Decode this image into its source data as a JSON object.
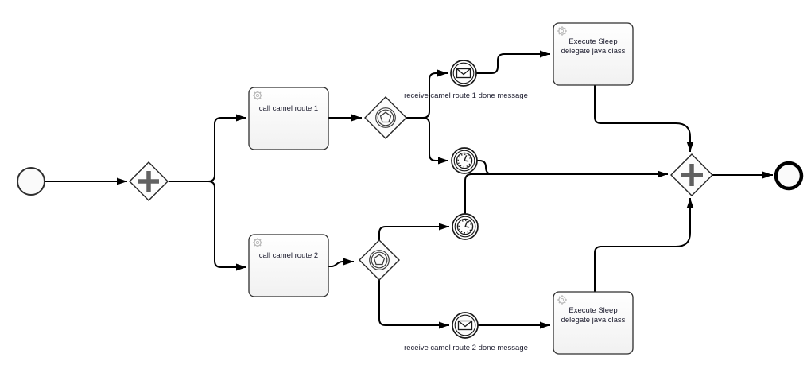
{
  "diagram": {
    "kind": "bpmn-process",
    "background": "#ffffff",
    "colors": {
      "flow_line": "#000000",
      "gateway_marker": "#616161",
      "node_border": "#2e2e2e",
      "node_fill": "#fbfbfb",
      "label_text": "#1c1c2e",
      "gear_icon": "#b8b8b8"
    },
    "nodes": {
      "start_event": {
        "type": "start-event"
      },
      "split_gateway": {
        "type": "parallel-gateway"
      },
      "task_call_route_1": {
        "type": "service-task",
        "label": "call camel route 1"
      },
      "task_call_route_2": {
        "type": "service-task",
        "label": "call camel route 2"
      },
      "event_gateway_1": {
        "type": "event-based-gateway"
      },
      "event_gateway_2": {
        "type": "event-based-gateway"
      },
      "message_event_1": {
        "type": "message-catch-event",
        "label": "receive camel route 1 done message"
      },
      "message_event_2": {
        "type": "message-catch-event",
        "label": "receive camel route 2 done message"
      },
      "timer_event_1": {
        "type": "timer-catch-event"
      },
      "timer_event_2": {
        "type": "timer-catch-event"
      },
      "task_sleep_1": {
        "type": "service-task",
        "label_line_1": "Execute Sleep",
        "label_line_2": "delegate java class"
      },
      "task_sleep_2": {
        "type": "service-task",
        "label_line_1": "Execute Sleep",
        "label_line_2": "delegate java class"
      },
      "join_gateway": {
        "type": "parallel-gateway"
      },
      "end_event": {
        "type": "end-event"
      }
    },
    "edges": [
      [
        "start_event",
        "split_gateway"
      ],
      [
        "split_gateway",
        "task_call_route_1"
      ],
      [
        "split_gateway",
        "task_call_route_2"
      ],
      [
        "task_call_route_1",
        "event_gateway_1"
      ],
      [
        "event_gateway_1",
        "message_event_1"
      ],
      [
        "event_gateway_1",
        "timer_event_1"
      ],
      [
        "message_event_1",
        "task_sleep_1"
      ],
      [
        "timer_event_1",
        "join_gateway"
      ],
      [
        "task_call_route_2",
        "event_gateway_2"
      ],
      [
        "event_gateway_2",
        "timer_event_2"
      ],
      [
        "event_gateway_2",
        "message_event_2"
      ],
      [
        "timer_event_2",
        "join_gateway"
      ],
      [
        "message_event_2",
        "task_sleep_2"
      ],
      [
        "task_sleep_1",
        "join_gateway"
      ],
      [
        "task_sleep_2",
        "join_gateway"
      ],
      [
        "join_gateway",
        "end_event"
      ]
    ]
  }
}
